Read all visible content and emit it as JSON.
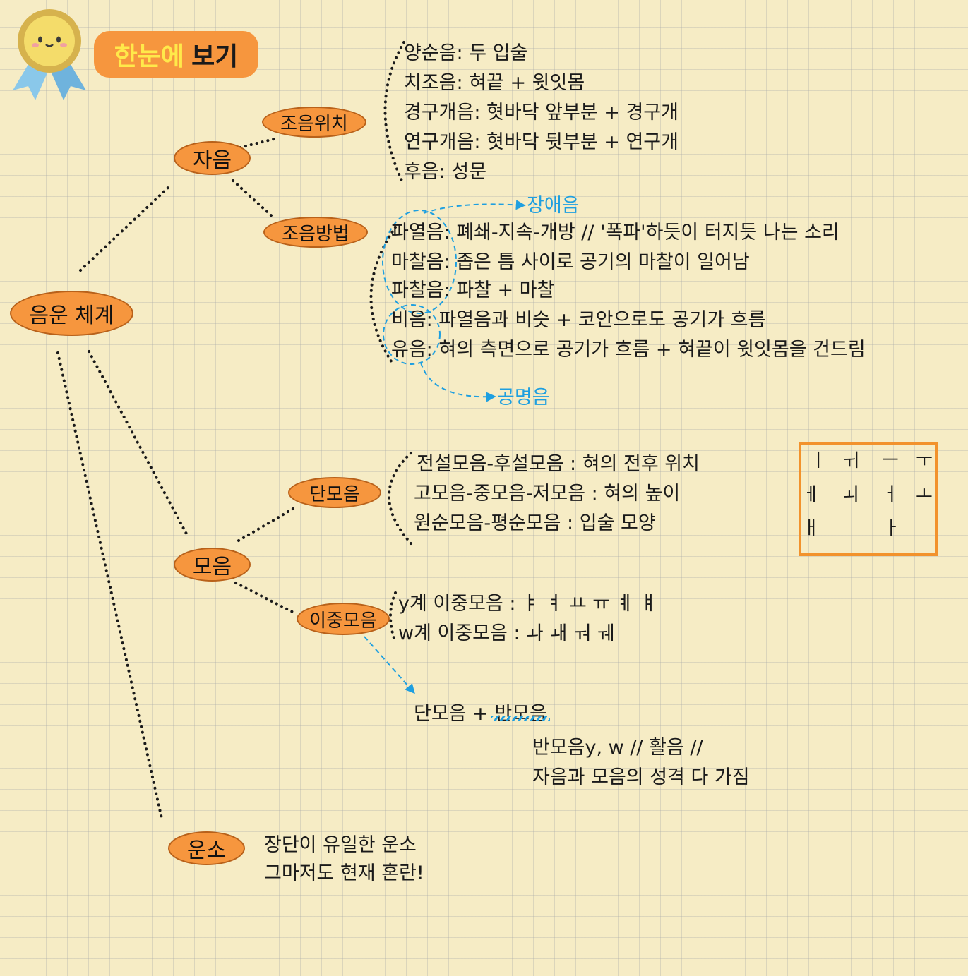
{
  "title": {
    "part1": "한눈에",
    "part2": "보기"
  },
  "nodes": {
    "root": "음운 체계",
    "consonant": "자음",
    "place": "조음위치",
    "manner": "조음방법",
    "vowel": "모음",
    "monophthong": "단모음",
    "diphthong": "이중모음",
    "prosody": "운소"
  },
  "place_items": [
    "양순음: 두 입술",
    "치조음: 혀끝 + 윗잇몸",
    "경구개음: 혓바닥 앞부분 + 경구개",
    "연구개음: 혓바닥 뒷부분 + 연구개",
    "후음: 성문"
  ],
  "manner_items": [
    "파열음: 폐쇄-지속-개방 // '폭파'하듯이 터지듯 나는 소리",
    "마찰음: 좁은 틈 사이로 공기의 마찰이 일어남",
    "파찰음: 파찰 + 마찰",
    "비음: 파열음과 비슷 + 코안으로도 공기가 흐름",
    "유음: 혀의 측면으로 공기가 흐름 + 혀끝이 윗잇몸을 건드림"
  ],
  "obstruent_label": "장애음",
  "sonorant_label": "공명음",
  "monophthong_items": [
    "전설모음-후설모음 : 혀의 전후 위치",
    "고모음-중모음-저모음 : 혀의 높이",
    "원순모음-평순모음 : 입술 모양"
  ],
  "vowel_chart": {
    "row1": [
      "ㅣ",
      "ㅟ",
      "ㅡ",
      "ㅜ"
    ],
    "row2": [
      "ㅔ",
      "ㅚ",
      "ㅓ",
      "ㅗ"
    ],
    "row3": [
      "ㅐ",
      "ㅏ"
    ]
  },
  "diphthong_items": [
    "y계 이중모음 : ㅑ ㅕ ㅛ ㅠ ㅖ ㅒ",
    "w계 이중모음 : ㅘ ㅙ ㅝ ㅞ"
  ],
  "diphthong_formula": {
    "left": "단모음 +",
    "right": "반모음"
  },
  "semivowel_notes": [
    "반모음y, w // 활음 //",
    "자음과 모음의 성격 다 가짐"
  ],
  "prosody_notes": [
    "장단이 유일한 운소",
    "그마저도 현재 혼란!"
  ],
  "colors": {
    "node_fill": "#f6963e",
    "accent_blue": "#1e9fe0",
    "box_orange": "#f2922c",
    "paper": "#f6ecc5"
  }
}
